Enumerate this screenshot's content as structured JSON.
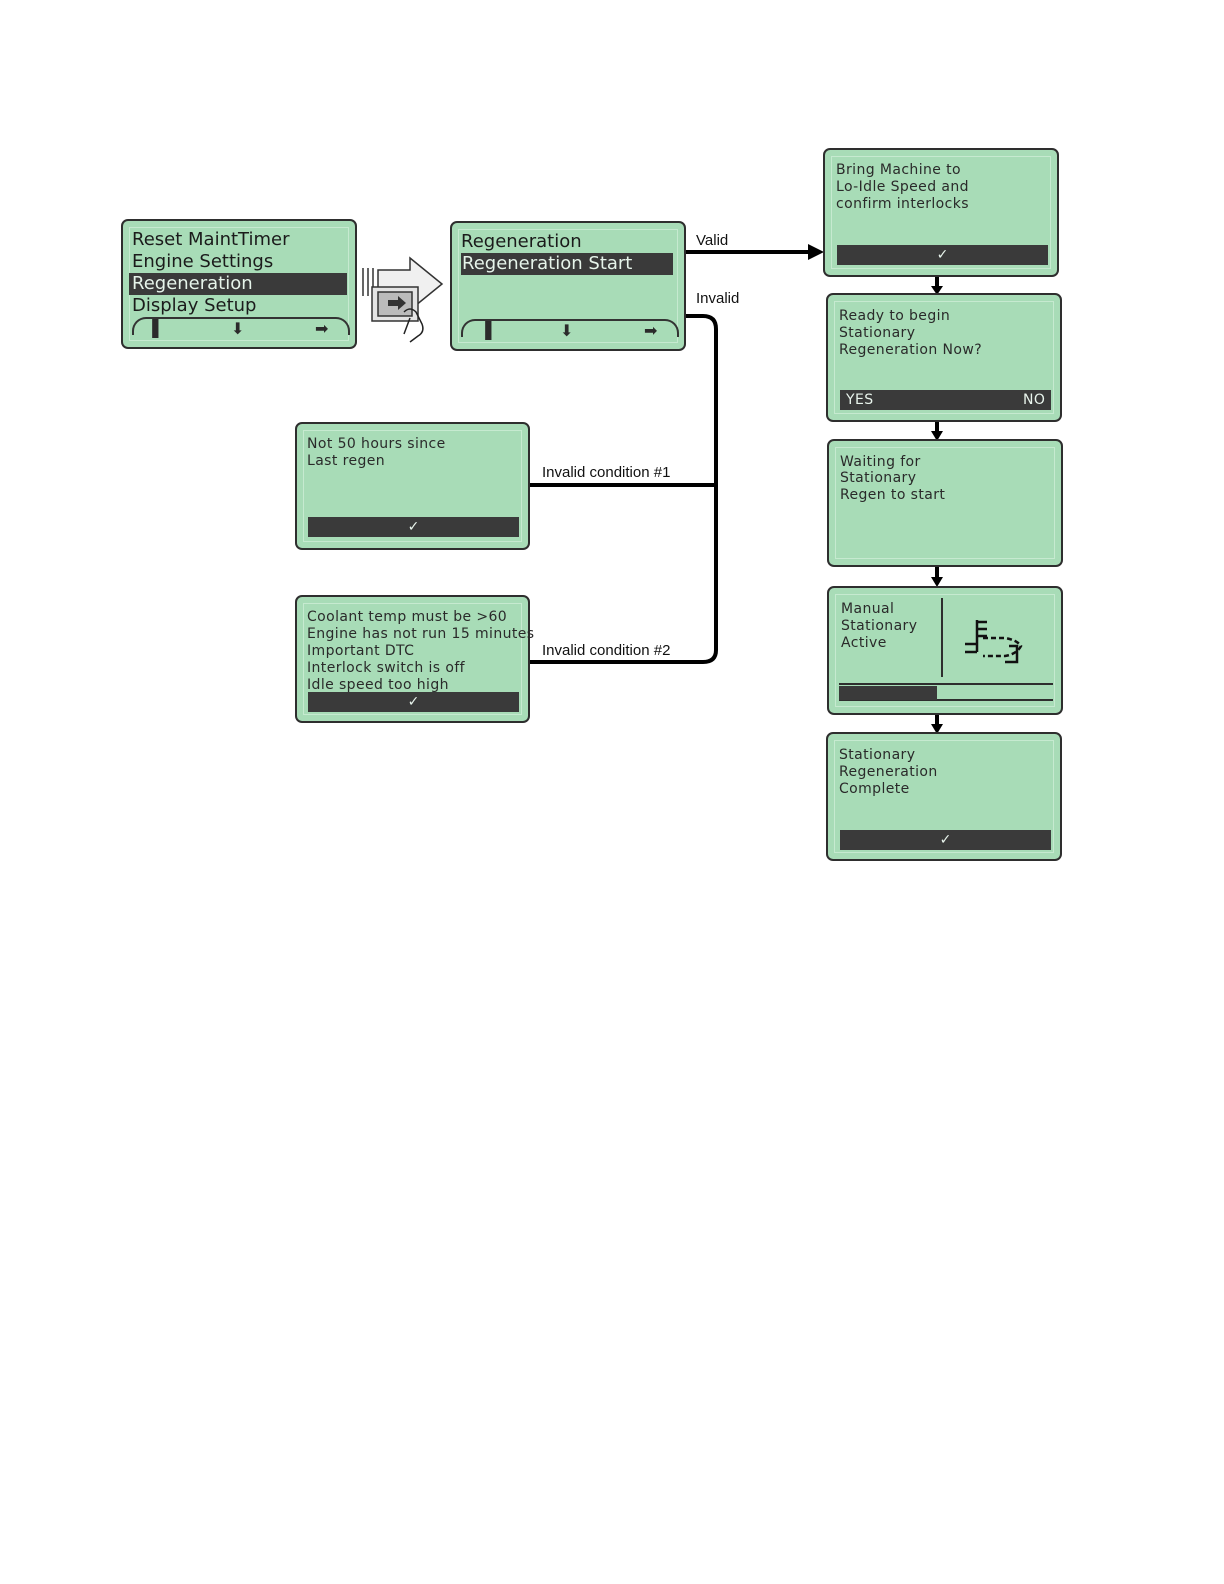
{
  "main_menu": {
    "items": [
      "Reset MaintTimer",
      "Engine Settings",
      "Regeneration",
      "Display Setup"
    ],
    "selected_index": 2,
    "footer_icons": [
      "exit-door-icon",
      "arrow-down-icon",
      "arrow-right-icon"
    ]
  },
  "regen_menu": {
    "items": [
      "Regeneration",
      "Regeneration Start"
    ],
    "selected_index": 1,
    "footer_icons": [
      "exit-door-icon",
      "arrow-down-icon",
      "arrow-right-icon"
    ]
  },
  "labels": {
    "valid": "Valid",
    "invalid": "Invalid",
    "invalid_1": "Invalid condition #1",
    "invalid_2": "Invalid condition #2"
  },
  "invalid1_screen": {
    "lines": [
      "Not 50 hours since",
      "Last regen"
    ],
    "confirm": "✓"
  },
  "invalid2_screen": {
    "lines": [
      "Coolant temp must be >60",
      "Engine has not run 15 minutes",
      "Important DTC",
      "Interlock switch is off",
      "Idle speed too high"
    ],
    "confirm": "✓"
  },
  "bring_screen": {
    "lines": [
      "Bring Machine to",
      "Lo-Idle Speed and",
      "confirm interlocks"
    ],
    "confirm": "✓"
  },
  "ready_screen": {
    "lines": [
      "Ready to begin",
      "Stationary",
      "Regeneration Now?"
    ],
    "yes": "YES",
    "no": "NO"
  },
  "waiting_screen": {
    "lines": [
      "Waiting for",
      "Stationary",
      "Regen to start"
    ]
  },
  "active_screen": {
    "lines": [
      "Manual",
      "Stationary",
      "Active"
    ],
    "icon": "exhaust-filter-temperature-icon",
    "progress_fraction": 0.46
  },
  "complete_screen": {
    "lines": [
      "Stationary",
      "Regeneration",
      "Complete"
    ],
    "confirm": "✓"
  },
  "colors": {
    "screen_bg": "#a8dcb7",
    "highlight": "#3a3a3a",
    "border": "#2e2e2e"
  }
}
